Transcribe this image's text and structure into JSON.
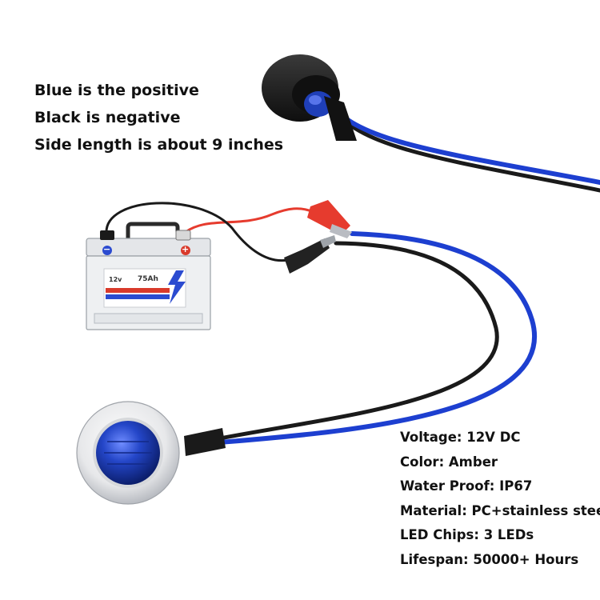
{
  "notes": [
    "Blue is the positive",
    "Black is negative",
    "Side length is about 9 inches"
  ],
  "battery": {
    "voltage_label": "12v",
    "capacity_label": "75Ah",
    "negative_symbol": "−",
    "positive_symbol": "+"
  },
  "specs": [
    "Voltage: 12V DC",
    "Color: Amber",
    "Water Proof: IP67",
    "Material: PC+stainless steel",
    "LED Chips: 3 LEDs",
    "Lifespan: 50000+ Hours"
  ],
  "colors": {
    "positive_wire": "#1d3fd0",
    "negative_wire": "#1a1a1a",
    "clip_positive": "#e63b2e",
    "clip_negative": "#222222",
    "lens": "#1f3fb8",
    "battery_body": "#eef0f2",
    "battery_stripe_red": "#d93a2b",
    "battery_stripe_blue": "#2b4bd0"
  }
}
